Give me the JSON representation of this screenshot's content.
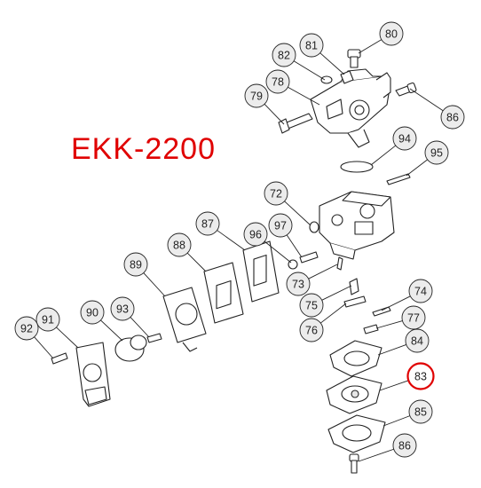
{
  "diagram": {
    "model": "EKK-2200",
    "highlight_color": "#e00000",
    "title_color": "#e00000",
    "highlighted_part": "83",
    "part_labels": [
      "80",
      "81",
      "82",
      "79",
      "78",
      "86",
      "94",
      "95",
      "72",
      "87",
      "96",
      "97",
      "88",
      "73",
      "89",
      "74",
      "75",
      "90",
      "93",
      "91",
      "76",
      "77",
      "92",
      "84",
      "83",
      "85",
      "86"
    ]
  }
}
